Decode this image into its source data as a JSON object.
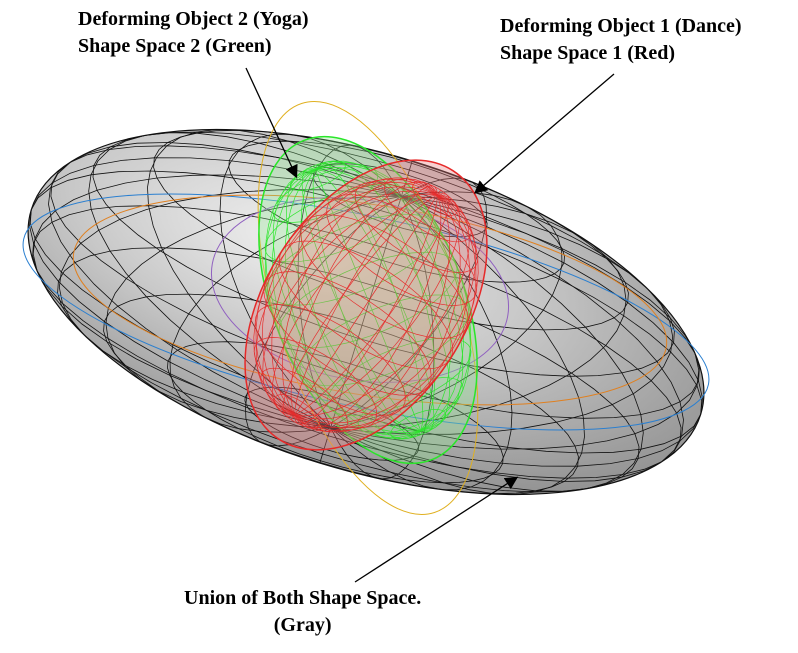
{
  "labels": {
    "yoga_line1": "Deforming Object 2 (Yoga)",
    "yoga_line2": "Shape Space 2 (Green)",
    "dance_line1": "Deforming Object 1 (Dance)",
    "dance_line2": "Shape Space 1 (Red)",
    "union_line1": "Union of Both Shape Space.",
    "union_line2": "(Gray)"
  },
  "colors": {
    "gray_fill": "#a6a6a6",
    "gray_highlight": "#e6e6e6",
    "wire": "#111111",
    "green": "#29e629",
    "red": "#e62929",
    "blue_ring": "#2a7fd0",
    "orange_ring": "#e08020",
    "yellow_ring": "#e0b020",
    "purple_ring": "#9060c0"
  }
}
